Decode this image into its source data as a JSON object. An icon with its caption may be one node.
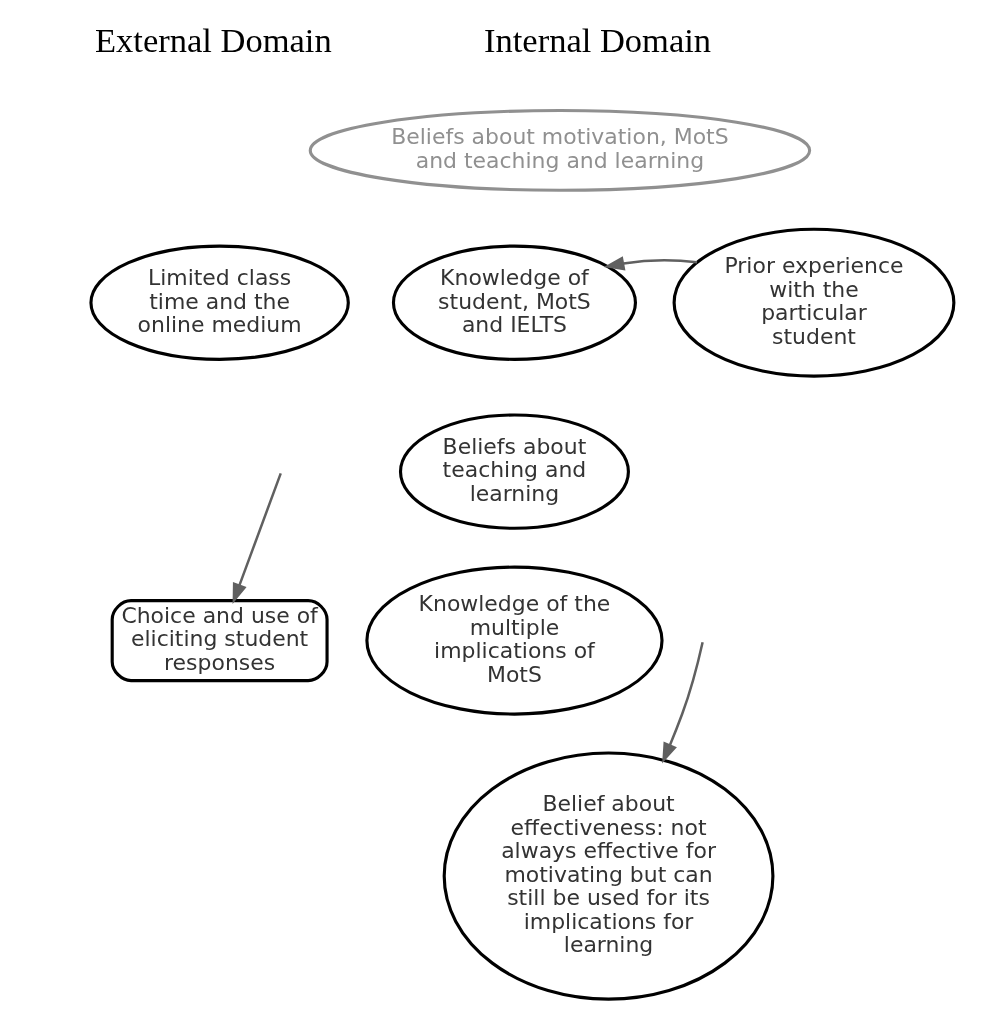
{
  "diagram": {
    "nodes": [
      {
        "text": [
          "Beliefs about motivation, MotS and teaching and learning"
        ]
      },
      {
        "text": [
          "Limited class time and the online medium"
        ]
      },
      {
        "text": [
          "Knowledge of student, MotS and IELTS"
        ]
      },
      {
        "text": [
          "Prior experience with the particular student"
        ]
      },
      {
        "text": [
          "Beliefs about teaching and learning"
        ]
      },
      {
        "text": [
          "Choice and use of eliciting student responses"
        ]
      },
      {
        "text": [
          "Knowledge of the multiple implications of MotS"
        ]
      },
      {
        "text": [
          "Belief about effectiveness: not always effective for motivating but can still be used for its implications for learning"
        ]
      }
    ],
    "edges": [
      {
        "from": 3,
        "to": 2,
        "arrow": "to"
      },
      {
        "from": null,
        "to": 5,
        "arrow": "to"
      },
      {
        "from": null,
        "to": 7,
        "arrow": "to"
      }
    ],
    "labels": [
      "External Domain",
      "Internal Domain"
    ]
  }
}
